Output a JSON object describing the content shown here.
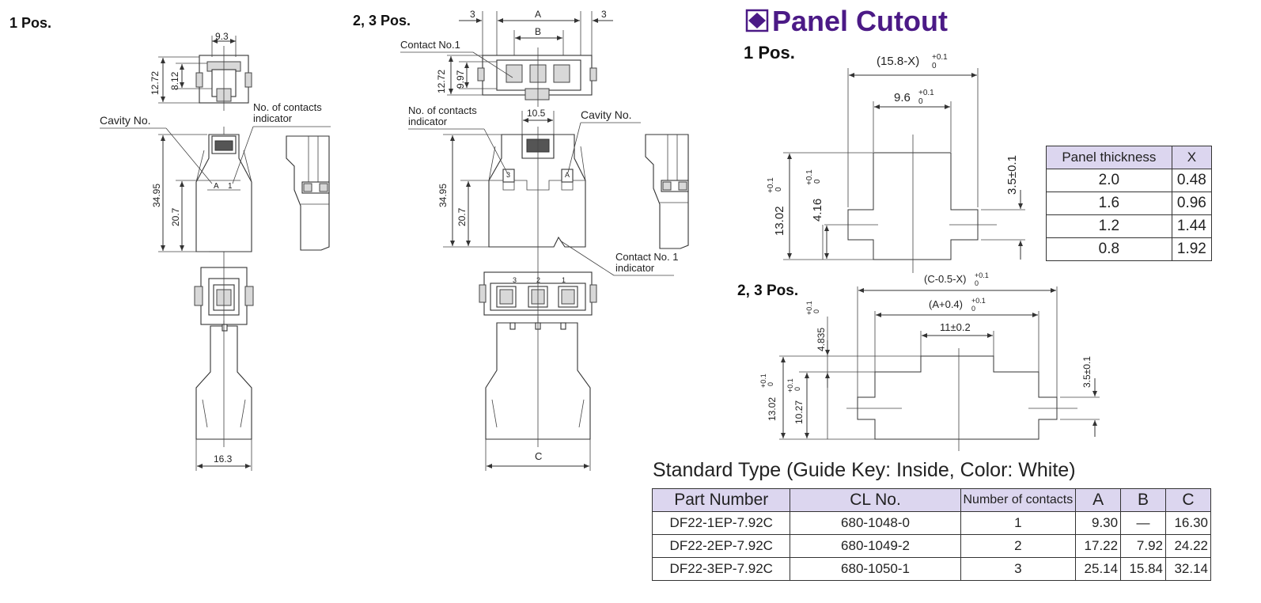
{
  "drawing_1pos": {
    "heading": "1 Pos.",
    "dims": {
      "w_top": "9.3",
      "h_total": "12.72",
      "h_inner": "8.12",
      "h_body": "34.95",
      "h_lower": "20.7",
      "w_bottom": "16.3"
    },
    "labels": {
      "cavity": "Cavity No.",
      "indicator_1": "No. of contacts",
      "indicator_2": "indicator",
      "cav_a": "A",
      "cav_1": "1"
    }
  },
  "drawing_23pos": {
    "heading": "2, 3 Pos.",
    "dims": {
      "d3_left": "3",
      "dA": "A",
      "d3_right": "3",
      "dB": "B",
      "h_total": "12.72",
      "h_inner": "9.97",
      "w_center": "10.5",
      "h_body": "34.95",
      "h_lower": "20.7",
      "dC": "C"
    },
    "labels": {
      "contact_no1": "Contact No.1",
      "indicator_1": "No. of contacts",
      "indicator_2": "indicator",
      "cavity": "Cavity No.",
      "contact_ind_1": "Contact No. 1",
      "contact_ind_2": "indicator",
      "pin3": "3",
      "pin2": "2",
      "pin1": "1",
      "cav_3": "3",
      "cav_a": "A"
    }
  },
  "panel": {
    "title": "Panel Cutout",
    "pos1": {
      "heading": "1 Pos.",
      "dim_outer": "(15.8-X)",
      "dim_inner": "9.6",
      "dim_height": "13.02",
      "dim_step": "4.16",
      "dim_tab": "3.5±0.1",
      "tol_plus": "+0.1",
      "tol_zero": "0"
    },
    "pos23": {
      "heading": "2, 3 Pos.",
      "dim_outer": "(C-0.5-X)",
      "dim_mid": "(A+0.4)",
      "dim_inner": "11±0.2",
      "dim_top": "4.835",
      "dim_height": "13.02",
      "dim_step": "10.27",
      "dim_tab": "3.5±0.1",
      "tol_plus": "+0.1",
      "tol_zero": "0"
    }
  },
  "thickness_table": {
    "headers": [
      "Panel thickness",
      "X"
    ],
    "rows": [
      [
        "2.0",
        "0.48"
      ],
      [
        "1.6",
        "0.96"
      ],
      [
        "1.2",
        "1.44"
      ],
      [
        "0.8",
        "1.92"
      ]
    ]
  },
  "standard_table": {
    "caption": "Standard Type (Guide Key: Inside, Color: White)",
    "headers": [
      "Part Number",
      "CL No.",
      "Number of contacts",
      "A",
      "B",
      "C"
    ],
    "rows": [
      [
        "DF22-1EP-7.92C",
        "680-1048-0",
        "1",
        "9.30",
        "—",
        "16.30"
      ],
      [
        "DF22-2EP-7.92C",
        "680-1049-2",
        "2",
        "17.22",
        "7.92",
        "24.22"
      ],
      [
        "DF22-3EP-7.92C",
        "680-1050-1",
        "3",
        "25.14",
        "15.84",
        "32.14"
      ]
    ]
  }
}
